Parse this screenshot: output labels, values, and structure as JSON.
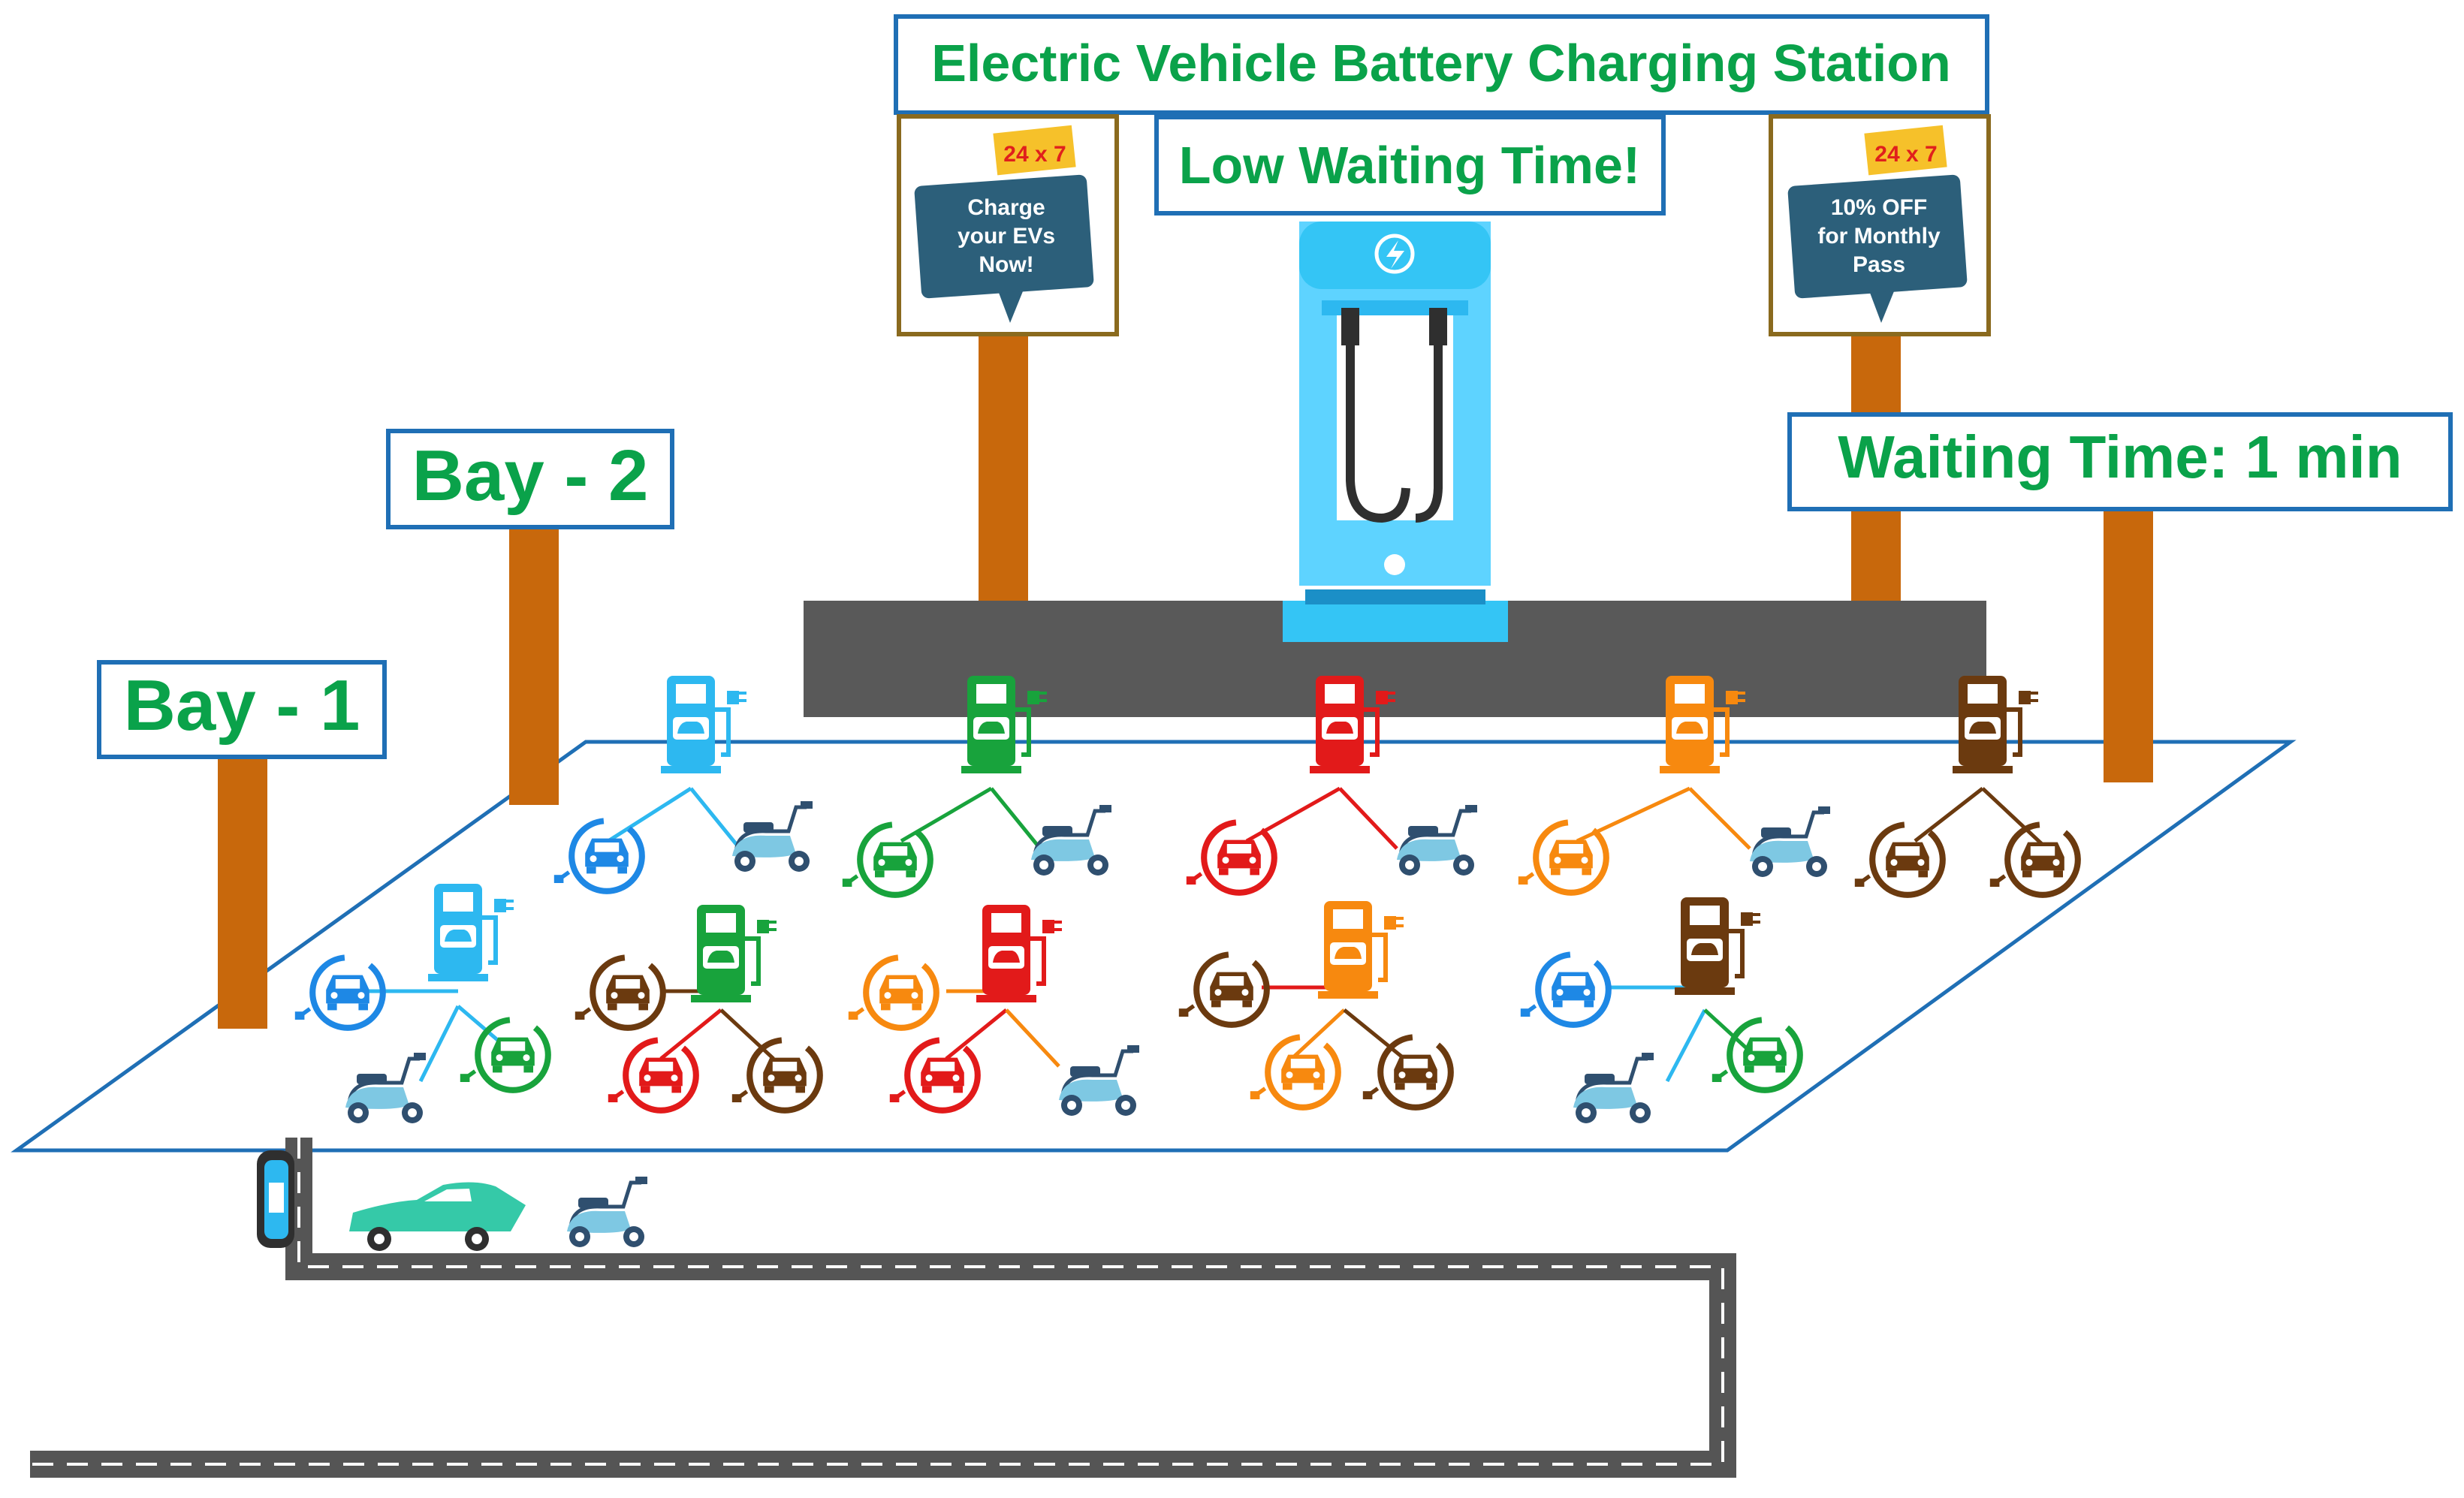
{
  "header": {
    "title": "Electric Vehicle Battery Charging Station"
  },
  "banner": {
    "low_wait": "Low Waiting Time!"
  },
  "bays": {
    "bay1": "Bay - 1",
    "bay2": "Bay - 2"
  },
  "waiting": {
    "label": "Waiting Time: 1 min"
  },
  "ads": {
    "left": {
      "badge": "24 x 7",
      "lines": [
        "Charge",
        "your EVs",
        "Now!"
      ]
    },
    "right": {
      "badge": "24 x 7",
      "lines": [
        "10% OFF",
        "for Monthly",
        "Pass"
      ]
    }
  },
  "colors": {
    "sign_text": "#0aa24a",
    "sign_border": "#1f6fb5",
    "post": "#c8680c",
    "platform": "#595959",
    "road": "#555555",
    "lot_outline": "#1f6fb5",
    "station_blue": "#2db8f0",
    "station_green": "#18a33c",
    "station_red": "#e21a1a",
    "station_orange": "#f7890f",
    "station_brown": "#6b3a0f",
    "ad_board": "#2c5f7a",
    "ad_badge": "#f6c12a"
  },
  "icons": [
    "ev-charger-icon",
    "car-icon",
    "scooter-icon",
    "charging-plug-icon",
    "lightning-icon"
  ]
}
